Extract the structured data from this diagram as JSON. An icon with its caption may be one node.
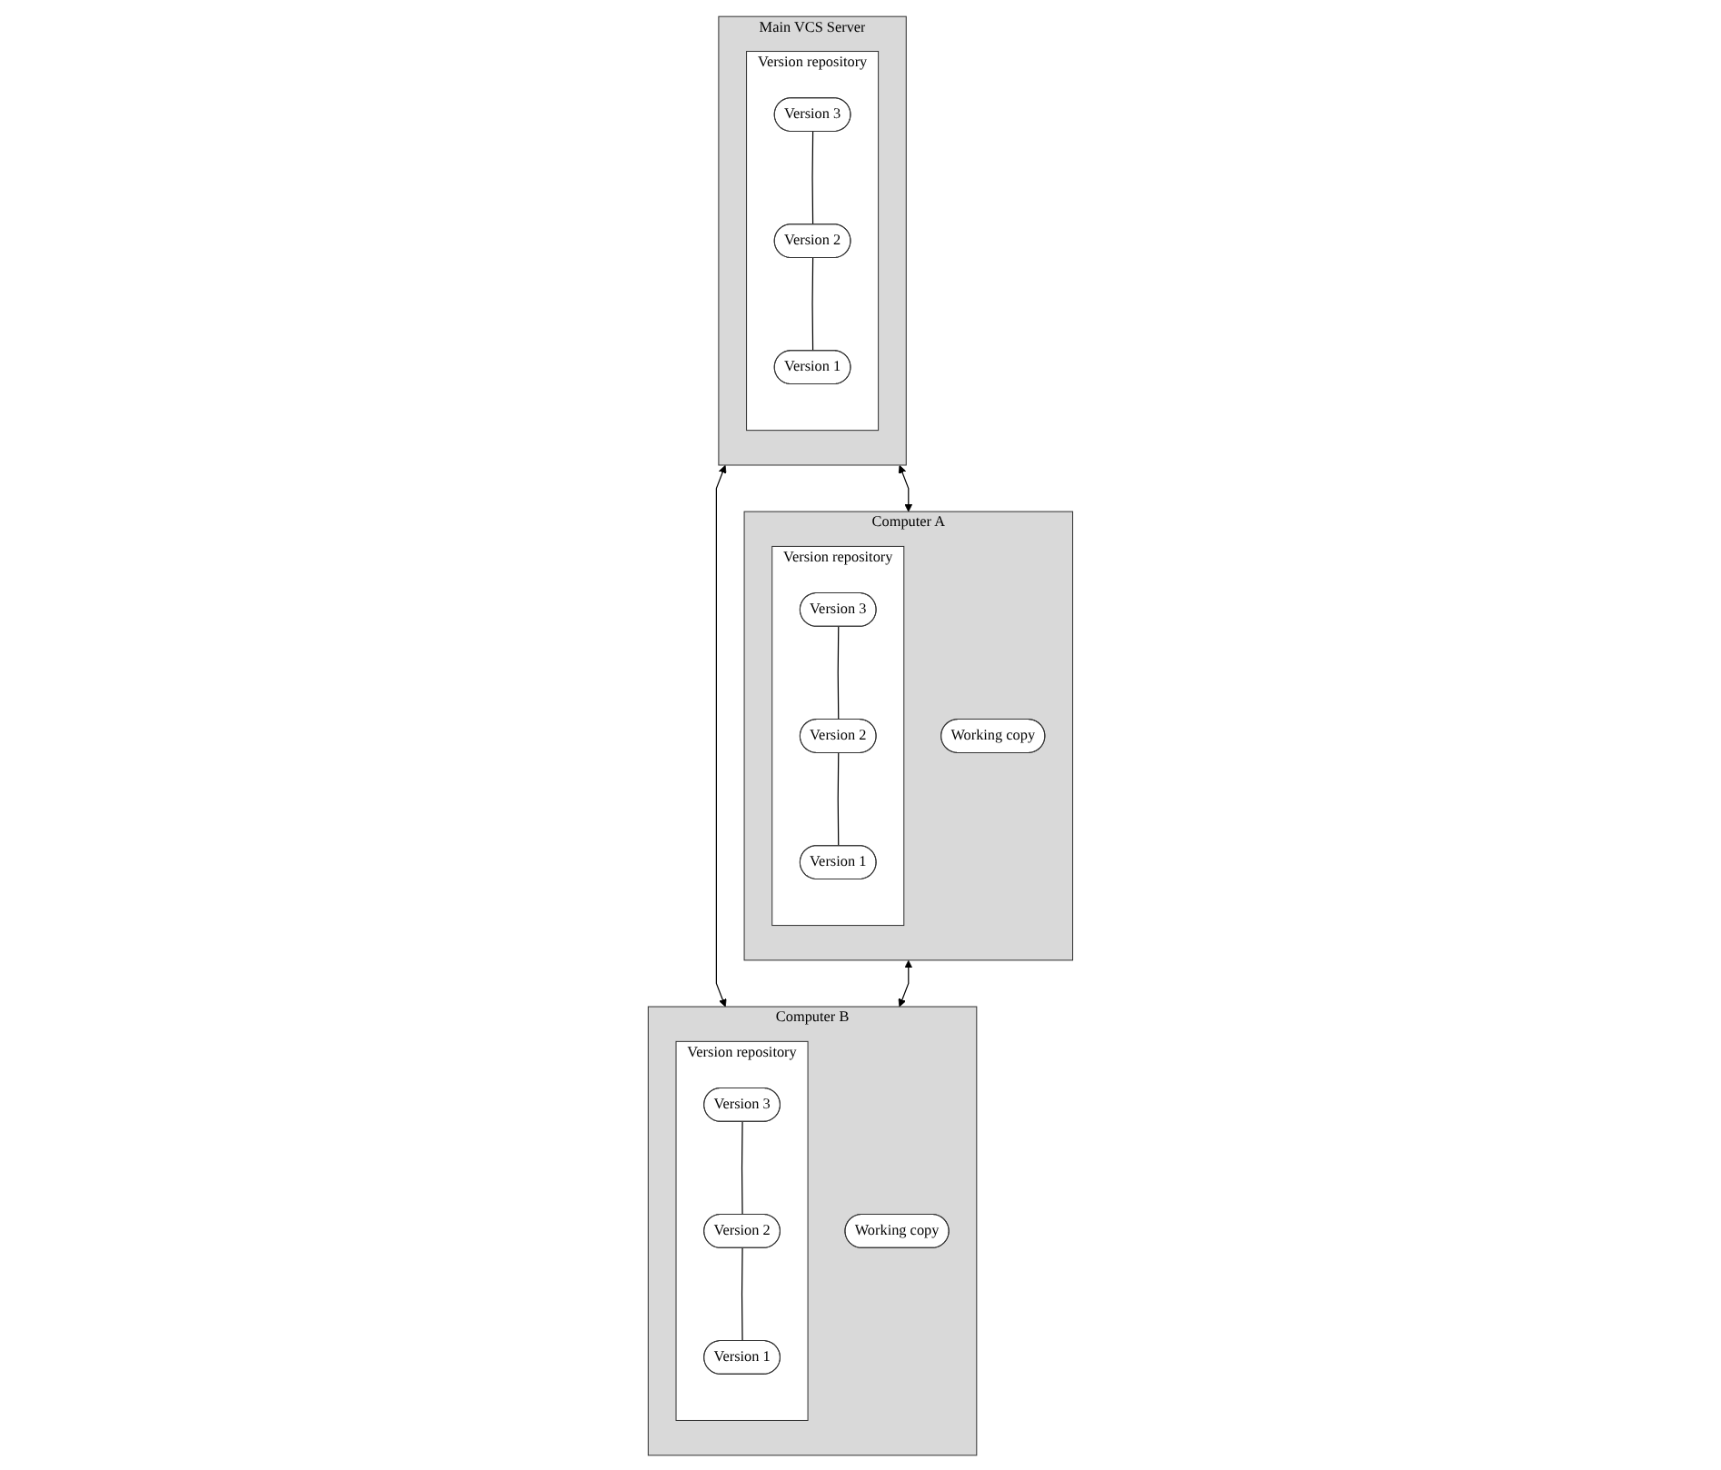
{
  "diagram": {
    "nodes": [
      {
        "text": [
          "Main VCS Server"
        ]
      },
      {
        "text": [
          "Version repository"
        ],
        "in": 0
      },
      {
        "text": [
          "Version 3"
        ],
        "in": 1
      },
      {
        "text": [
          "Version 2"
        ],
        "in": 1
      },
      {
        "text": [
          "Version 1"
        ],
        "in": 1
      },
      {
        "text": [
          "Computer A"
        ]
      },
      {
        "text": [
          "Working copy"
        ],
        "in": 5
      },
      {
        "text": [
          "Version repository"
        ],
        "in": 5
      },
      {
        "text": [
          "Version 3"
        ],
        "in": 7
      },
      {
        "text": [
          "Version 2"
        ],
        "in": 7
      },
      {
        "text": [
          "Version 1"
        ],
        "in": 7
      },
      {
        "text": [
          "Computer B"
        ]
      },
      {
        "text": [
          "Working copy"
        ],
        "in": 11
      },
      {
        "text": [
          "Version repository"
        ],
        "in": 11
      },
      {
        "text": [
          "Version 3"
        ],
        "in": 13
      },
      {
        "text": [
          "Version 2"
        ],
        "in": 13
      },
      {
        "text": [
          "Version 1"
        ],
        "in": 13
      }
    ],
    "edges": [
      {
        "from": 2,
        "to": 3,
        "arrow": "none"
      },
      {
        "from": 3,
        "to": 4,
        "arrow": "none"
      },
      {
        "from": 0,
        "to": 5,
        "arrow": "both"
      },
      {
        "from": 0,
        "to": 11,
        "arrow": "both"
      },
      {
        "from": 5,
        "to": 11,
        "arrow": "both"
      },
      {
        "from": 8,
        "to": 9,
        "arrow": "none"
      },
      {
        "from": 9,
        "to": 10,
        "arrow": "none"
      },
      {
        "from": 14,
        "to": 15,
        "arrow": "none"
      },
      {
        "from": 15,
        "to": 16,
        "arrow": "none"
      }
    ]
  }
}
